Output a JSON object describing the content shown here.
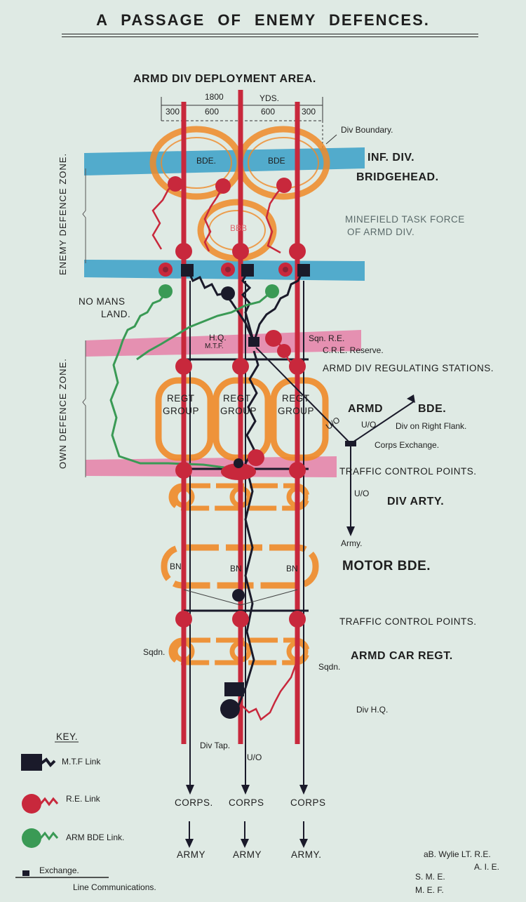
{
  "title": "A PASSAGE OF ENEMY DEFENCES.",
  "zones": {
    "deployment_area": "ARMD DIV DEPLOYMENT AREA.",
    "enemy_zone": "ENEMY DEFENCE ZONE.",
    "own_zone": "OWN DEFENCE ZONE.",
    "no_mans_land": [
      "NO MANS",
      "LAND."
    ]
  },
  "dimensions": {
    "total": "1800",
    "unit": "YDS.",
    "segments": [
      "300",
      "600",
      "600",
      "300"
    ],
    "boundary": "Div Boundary."
  },
  "labels": {
    "inf_div": "INF. DIV.",
    "bridgehead": "BRIDGEHEAD.",
    "minefield_1": "MINEFIELD TASK FORCE",
    "minefield_2": "OF ARMD DIV.",
    "bde1": "BDE.",
    "bde2": "BDE",
    "bbb": "BBB",
    "hq_mtf_1": "H.Q.",
    "hq_mtf_2": "M.T.F.",
    "sqn_re": "Sqn. R.E.",
    "cre_reserve": "C.R.E. Reserve.",
    "regulating": "ARMD DIV REGULATING STATIONS.",
    "regt_group": [
      "REGT",
      "GROUP"
    ],
    "armd": "ARMD",
    "bde": "BDE.",
    "div_right_flank": "Div on Right Flank.",
    "corps_exchange": "Corps Exchange.",
    "uo": "U/O",
    "traffic_1": "TRAFFIC CONTROL POINTS.",
    "div_arty": "DIV ARTY.",
    "army_small": "Army.",
    "bn": "BN",
    "motor_bde": "MOTOR BDE.",
    "traffic_2": "TRAFFIC CONTROL POINTS.",
    "sqdn": "Sqdn.",
    "armd_car_regt": "ARMD CAR REGT.",
    "div_hq": "Div H.Q.",
    "div_tap": "Div Tap.",
    "corps_a": "CORPS.",
    "corps_b": "CORPS",
    "corps_c": "CORPS",
    "army_a": "ARMY",
    "army_b": "ARMY",
    "army_c": "ARMY."
  },
  "key": {
    "title": "KEY.",
    "mtf": "M.T.F Link",
    "re": "R.E. Link",
    "arm_bde": "ARM BDE Link.",
    "exchange": "Exchange.",
    "line": "Line Communications."
  },
  "credit": [
    "aB. Wylie  LT. R.E.",
    "A.  I.  E.",
    "S. M.  E.",
    "M.  E.  F."
  ],
  "colors": {
    "background": "#dfeae4",
    "re_red": "#c8283c",
    "orange": "#f08a28",
    "blue": "#3aa0c8",
    "pink": "#e680a8",
    "green": "#3a9a55",
    "black": "#1a1a2a"
  }
}
